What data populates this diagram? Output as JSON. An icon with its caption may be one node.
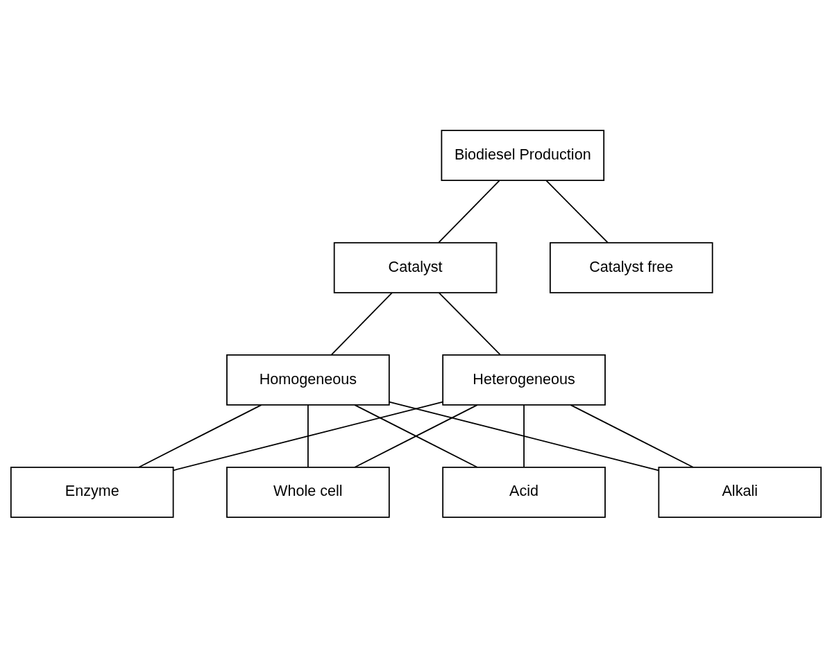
{
  "diagram": {
    "nodes": [
      {
        "text": [
          "Biodiesel Production"
        ]
      },
      {
        "text": [
          "Catalyst"
        ]
      },
      {
        "text": [
          "Catalyst free"
        ]
      },
      {
        "text": [
          "Homogeneous"
        ]
      },
      {
        "text": [
          "Heterogeneous"
        ]
      },
      {
        "text": [
          "Acid"
        ]
      },
      {
        "text": [
          "Alkali"
        ]
      },
      {
        "text": [
          "Enzyme"
        ]
      },
      {
        "text": [
          "Whole cell"
        ]
      }
    ],
    "edges": [
      {
        "from": 0,
        "to": 1,
        "arrow": "none"
      },
      {
        "from": 0,
        "to": 2,
        "arrow": "none"
      },
      {
        "from": 1,
        "to": 3,
        "arrow": "none"
      },
      {
        "from": 1,
        "to": 4,
        "arrow": "none"
      },
      {
        "from": 3,
        "to": 5,
        "arrow": "none"
      },
      {
        "from": 3,
        "to": 6,
        "arrow": "none"
      },
      {
        "from": 3,
        "to": 7,
        "arrow": "none"
      },
      {
        "from": 3,
        "to": 8,
        "arrow": "none"
      },
      {
        "from": 4,
        "to": 5,
        "arrow": "none"
      },
      {
        "from": 4,
        "to": 6,
        "arrow": "none"
      },
      {
        "from": 4,
        "to": 7,
        "arrow": "none"
      },
      {
        "from": 4,
        "to": 8,
        "arrow": "none"
      }
    ]
  }
}
